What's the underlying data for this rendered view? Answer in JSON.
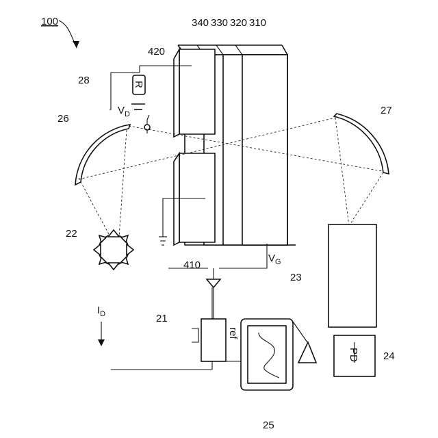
{
  "figure": {
    "ref_main": "100",
    "labels": {
      "r340": "340",
      "r330": "330",
      "r320": "320",
      "r310": "310",
      "r420": "420",
      "r28": "28",
      "r26": "26",
      "r27": "27",
      "r22": "22",
      "r410": "410",
      "r23": "23",
      "r21": "21",
      "r24": "24",
      "r25": "25",
      "vd": "V",
      "vd_sub": "D",
      "vg": "V",
      "vg_sub": "G",
      "id": "I",
      "id_sub": "D",
      "resistor": "R",
      "ref": "ref",
      "pd": "PD"
    }
  }
}
